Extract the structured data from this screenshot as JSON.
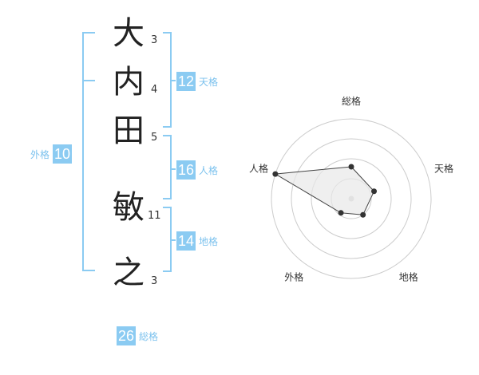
{
  "name_chars": [
    {
      "char": "大",
      "strokes": "3"
    },
    {
      "char": "内",
      "strokes": "4"
    },
    {
      "char": "田",
      "strokes": "5"
    },
    {
      "char": "敏",
      "strokes": "11"
    },
    {
      "char": "之",
      "strokes": "3"
    }
  ],
  "badges": {
    "tenkaku": {
      "value": "12",
      "label": "天格"
    },
    "jinkaku": {
      "value": "16",
      "label": "人格"
    },
    "chikaku": {
      "value": "14",
      "label": "地格"
    },
    "gaikaku": {
      "value": "10",
      "label": "外格"
    },
    "soukaku": {
      "value": "26",
      "label": "総格"
    }
  },
  "colors": {
    "bracket": "#8bcbf2",
    "badge_bg": "#8bcbf2",
    "badge_label": "#7cc2ee",
    "radar_ring": "#cccccc",
    "radar_fill": "#e8e8e8",
    "radar_stroke": "#444444",
    "radar_point": "#333333"
  },
  "chart_data": {
    "type": "radar",
    "axes": [
      "総格",
      "天格",
      "地格",
      "外格",
      "人格"
    ],
    "values": [
      0.4,
      0.3,
      0.25,
      0.22,
      1.0
    ],
    "range": [
      0,
      1
    ],
    "rings": 4
  }
}
